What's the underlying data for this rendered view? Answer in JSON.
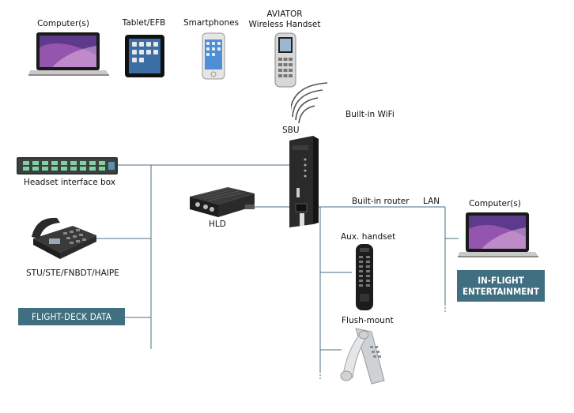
{
  "top_devices": {
    "computer": "Computer(s)",
    "tablet": "Tablet/EFB",
    "smartphones": "Smartphones",
    "aviator_line1": "AVIATOR",
    "aviator_line2": "Wireless Handset"
  },
  "labels": {
    "built_in_wifi": "Built-in WiFi",
    "sbu": "SBU",
    "headset_box": "Headset interface box",
    "hld": "HLD",
    "built_in_router": "Built-in router",
    "lan": "LAN",
    "computer_right": "Computer(s)",
    "stu": "STU/STE/FNBDT/HAIPE",
    "aux_handset": "Aux. handset",
    "flush_mount": "Flush-mount"
  },
  "callouts": {
    "flight_deck_data": "FLIGHT-DECK DATA",
    "in_flight_line1": "IN-FLIGHT",
    "in_flight_line2": "ENTERTAINMENT"
  },
  "colors": {
    "callout_bg": "#3f6f80",
    "wire": "#4a6f82"
  }
}
